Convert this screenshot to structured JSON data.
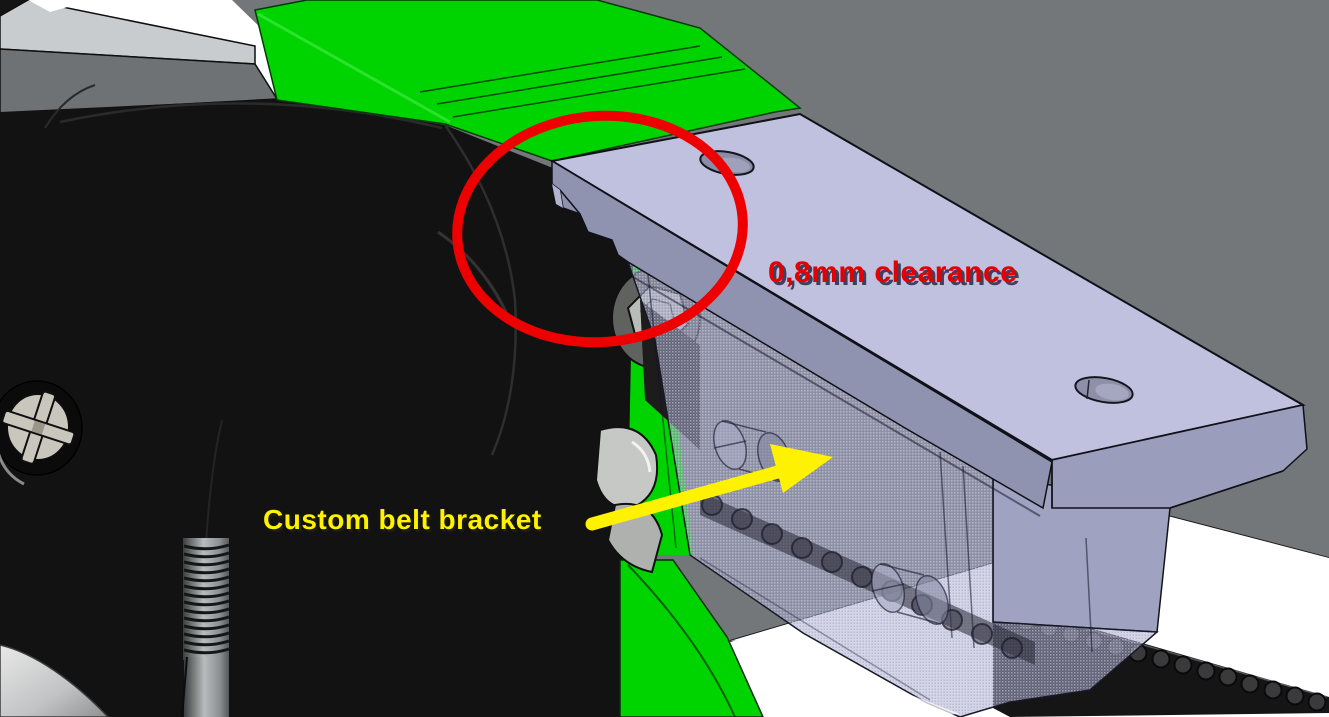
{
  "viewport": {
    "type": "cad-3d-view",
    "background": "#ffffff"
  },
  "palette": {
    "table_gray": "#74777a",
    "beam_light": "#c8ccce",
    "beam_shade": "#6e7275",
    "motor_black": "#121212",
    "printed_green": "#00d400",
    "bracket_top": "#bfc1de",
    "bracket_front": "#8f93b0",
    "bracket_front_right": "#9a9dbb",
    "bracket_back": "#9fa2c0",
    "belt_black": "#151515",
    "metal_gray": "#b9bdb9",
    "screw_gray": "#c9c6bd"
  },
  "annotations": {
    "clearance": {
      "text": "0,8mm clearance",
      "color": "#e30000"
    },
    "bracket": {
      "text": "Custom belt bracket",
      "color": "#fff200"
    },
    "ellipse": {
      "color": "#ee0000"
    },
    "arrow": {
      "color": "#fff200"
    }
  },
  "parts": {
    "motor": "stepper-motor",
    "green": "printed-carriage",
    "bracket": "custom-belt-bracket",
    "belt": "drive-belt"
  }
}
